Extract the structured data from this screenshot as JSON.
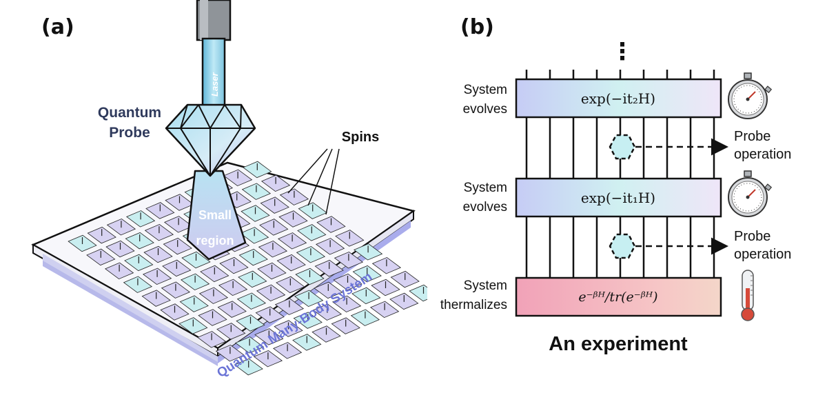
{
  "panel_a": {
    "label": "(a)",
    "laser_label": "Laser",
    "probe_label_line1": "Quantum",
    "probe_label_line2": "Probe",
    "spins_label": "Spins",
    "region_label_line1": "Small",
    "region_label_line2": "region",
    "system_label": "Quantum Many-Body System"
  },
  "panel_b": {
    "label": "(b)",
    "ellipsis": "⋮",
    "evolve_top": {
      "left_line1": "System",
      "left_line2": "evolves",
      "formula": "exp(−it₂H)"
    },
    "probe_top": {
      "line1": "Probe",
      "line2": "operation"
    },
    "evolve_bottom": {
      "left_line1": "System",
      "left_line2": "evolves",
      "formula": "exp(−it₁H)"
    },
    "probe_bottom": {
      "line1": "Probe",
      "line2": "operation"
    },
    "thermal": {
      "left_line1": "System",
      "left_line2": "thermalizes",
      "formula": "e⁻ᵝᴴ/tr(e⁻ᵝᴴ)"
    },
    "caption": "An experiment"
  },
  "colors": {
    "ink": "#111111",
    "probe_text": "#2f3a5c",
    "system_text": "#6b74d6",
    "cell_cyan": "#c9eef0",
    "cell_lilac": "#d7d2f2",
    "thermal_pink": "#f3b6c4"
  },
  "icons": [
    "laser-beam-icon",
    "diamond-icon",
    "stopwatch-icon",
    "thermometer-icon",
    "hexagon-probe-icon"
  ]
}
